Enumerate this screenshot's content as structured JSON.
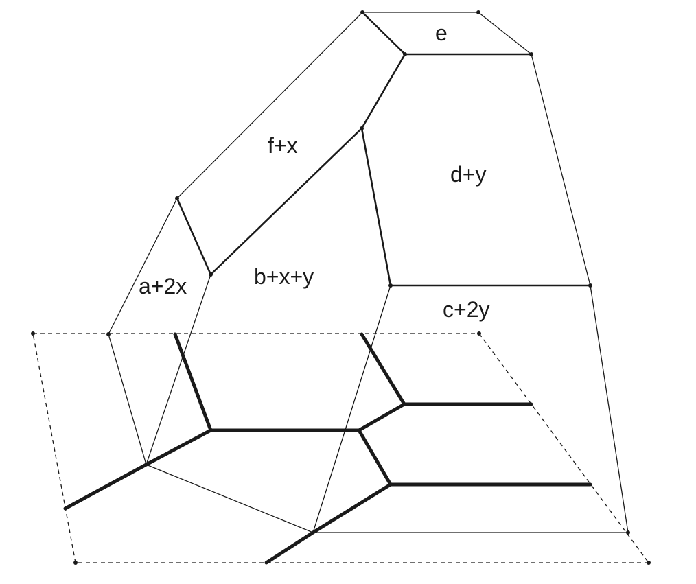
{
  "labels": {
    "e": "e",
    "f_x": "f+x",
    "d_y": "d+y",
    "a_2x": "a+2x",
    "b_x_y": "b+x+y",
    "c_2y": "c+2y"
  }
}
